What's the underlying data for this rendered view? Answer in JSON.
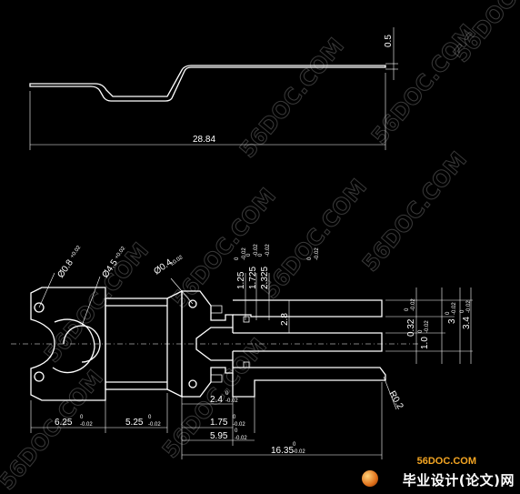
{
  "drawing": {
    "side_view": {
      "thickness": "0.5",
      "overall_length": "28.84"
    },
    "plan_view": {
      "hole_small": "Ø0.8",
      "hole_small_tol": "+0.02",
      "hole_large": "Ø4.5",
      "hole_large_tol": "+0.02",
      "hole_mid": "Ø0.4",
      "hole_mid_tol": "±0.02",
      "dim_6_25": "6.25",
      "dim_5_25": "5.25",
      "dim_2_4": "2.4",
      "dim_1_75": "1.75",
      "dim_5_95": "5.95",
      "dim_16_35": "16.35",
      "dim_1_25": "1.25",
      "dim_1_725": "1.725",
      "dim_2_325": "2.325",
      "dim_2_8": "2.8",
      "dim_0_32": "0.32",
      "dim_1_0": "1.0",
      "dim_3": "3",
      "dim_3_4": "3.4",
      "radius_0_2": "R0.2",
      "tol_zero": "0",
      "tol_minus": "-0.02"
    }
  },
  "watermark": {
    "text": "56DOC.COM"
  },
  "logo": {
    "site": "56DOC.COM",
    "brand": "毕业设计(论文)网"
  }
}
